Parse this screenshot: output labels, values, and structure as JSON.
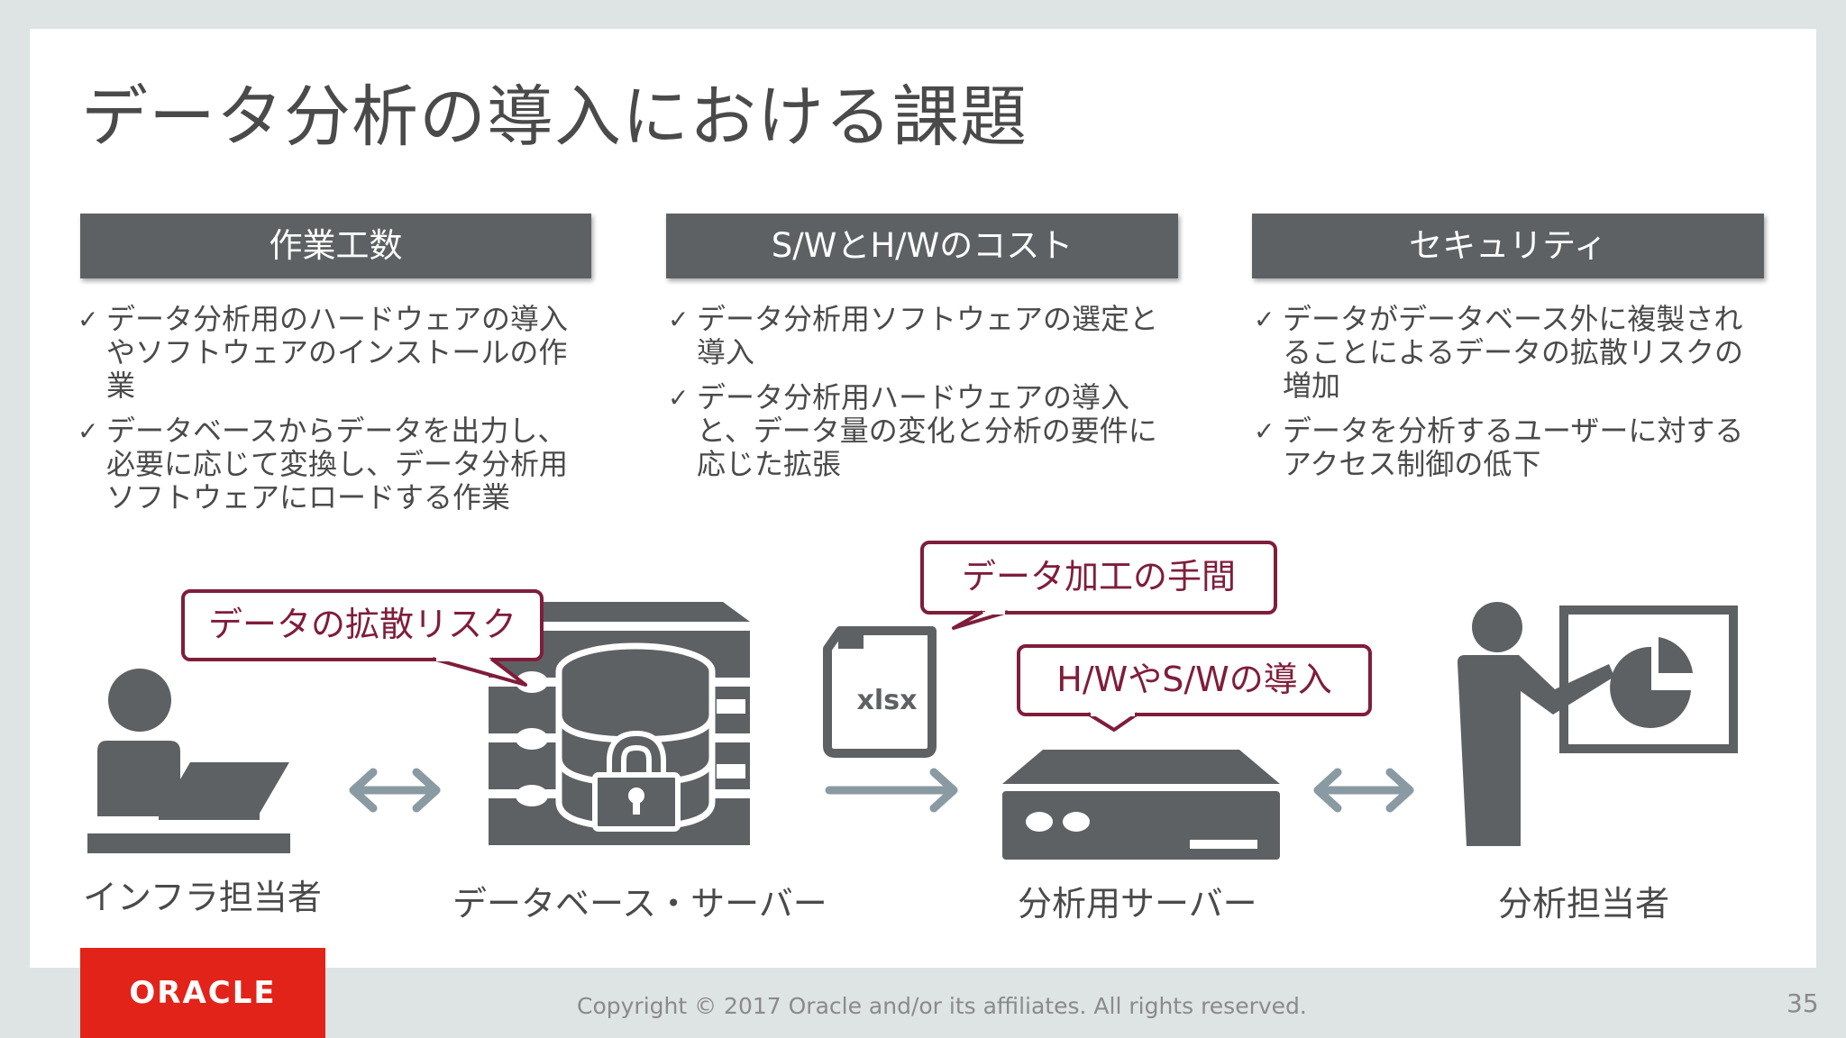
{
  "slide": {
    "title": "データ分析の導入における課題",
    "page_number": "35",
    "copyright": "Copyright © 2017 Oracle and/or its affiliates.  All rights reserved.",
    "logo_text": "ORACLE"
  },
  "categories": [
    {
      "heading": "作業工数",
      "items": [
        "データ分析用のハードウェアの導入やソフトウェアのインストールの作業",
        "データベースからデータを出力し、必要に応じて変換し、データ分析用ソフトウェアにロードする作業"
      ]
    },
    {
      "heading": "S/WとH/Wのコスト",
      "items": [
        "データ分析用ソフトウェアの選定と導入",
        "データ分析用ハードウェアの導入と、データ量の変化と分析の要件に応じた拡張"
      ]
    },
    {
      "heading": "セキュリティ",
      "items": [
        "データがデータベース外に複製されることによるデータの拡散リスクの増加",
        "データを分析するユーザーに対するアクセス制御の低下"
      ]
    }
  ],
  "check_mark": "✓",
  "callouts": {
    "spread_risk": "データの拡散リスク",
    "processing": "データ加工の手間",
    "hw_sw": "H/WやS/Wの導入"
  },
  "file_label": "xlsx",
  "actors": {
    "infra": "インフラ担当者",
    "db_server": "データベース・サーバー",
    "analysis_server": "分析用サーバー",
    "analyst": "分析担当者"
  },
  "colors": {
    "icon_gray": "#5e6163",
    "arrow_gray": "#8a9aa3",
    "callout_border": "#7f1d3a",
    "oracle_red": "#e2231a"
  }
}
